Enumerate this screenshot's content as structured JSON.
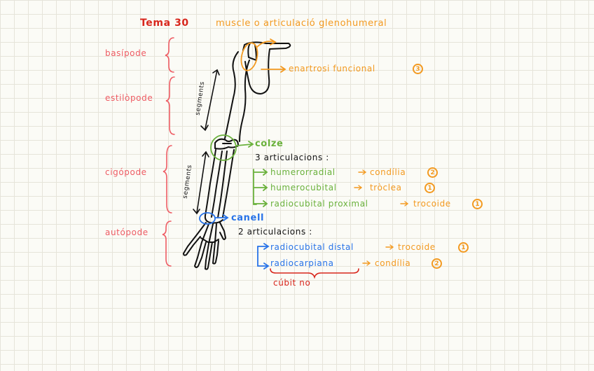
{
  "title": {
    "tema": "Tema 30",
    "subtitle": "muscle o articulació glenohumeral"
  },
  "regions": {
    "basipode": "basípode",
    "estilopode": "estilòpode",
    "cigopode": "cigópode",
    "autopode": "autópode"
  },
  "segments_label": "segments",
  "shoulder": {
    "label": "enartrosi funcional",
    "number": "3"
  },
  "elbow": {
    "label": "colze",
    "count_label": "3 articulacions :",
    "joints": [
      {
        "name": "humerorradial",
        "type": "condília",
        "number": "2"
      },
      {
        "name": "humerocubital",
        "type": "tròclea",
        "number": "1"
      },
      {
        "name": "radiocubital proximal",
        "type": "trocoide",
        "number": "1"
      }
    ]
  },
  "wrist": {
    "label": "canell",
    "count_label": "2 articulacions :",
    "joints": [
      {
        "name": "radiocubital distal",
        "type": "trocoide",
        "number": "1"
      },
      {
        "name": "radiocarpiana",
        "type": "condília",
        "number": "2"
      }
    ],
    "note": "cúbit no"
  },
  "colors": {
    "title_red": "#d8261c",
    "orange": "#f39a21",
    "region_pink": "#ee5c64",
    "green": "#6ab13c",
    "blue": "#2873e8",
    "black": "#111111",
    "grid": "#e6e4da"
  }
}
